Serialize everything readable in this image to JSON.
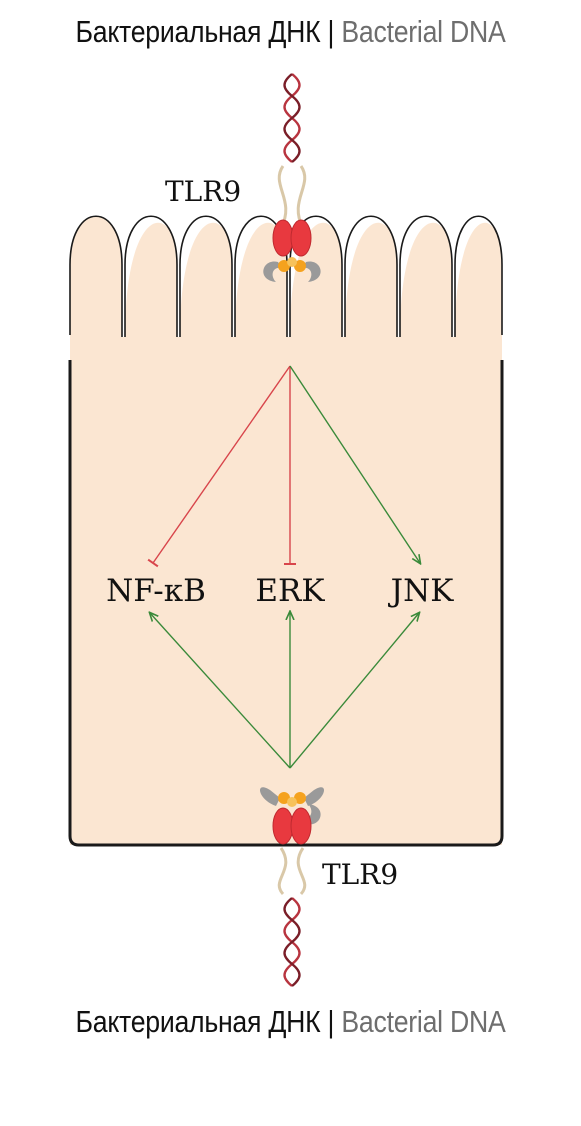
{
  "captions": {
    "top": {
      "russian": "Бактериальная ДНК",
      "separator": "|",
      "english": "Bacterial DNA"
    },
    "bottom": {
      "russian": "Бактериальная ДНК",
      "separator": "|",
      "english": "Bacterial DNA"
    }
  },
  "receptors": {
    "top": "TLR9",
    "bottom": "TLR9"
  },
  "nodes": {
    "nfkb": "NF-κB",
    "erk": "ERK",
    "jnk": "JNK"
  },
  "colors": {
    "cell_fill": "#fbe6d2",
    "cell_outline": "#1a1a1a",
    "inhibition": "#d8454b",
    "activation": "#3a8a3a",
    "receptor_red": "#e8393f",
    "receptor_orange": "#f5a21e",
    "receptor_gray": "#9a9a9a",
    "dna": "#b8343f"
  },
  "edges": {
    "top_receptor": [
      {
        "target": "NF-κB",
        "effect": "inhibition"
      },
      {
        "target": "ERK",
        "effect": "inhibition"
      },
      {
        "target": "JNK",
        "effect": "activation"
      }
    ],
    "bottom_receptor": [
      {
        "target": "NF-κB",
        "effect": "activation"
      },
      {
        "target": "ERK",
        "effect": "activation"
      },
      {
        "target": "JNK",
        "effect": "activation"
      }
    ]
  }
}
